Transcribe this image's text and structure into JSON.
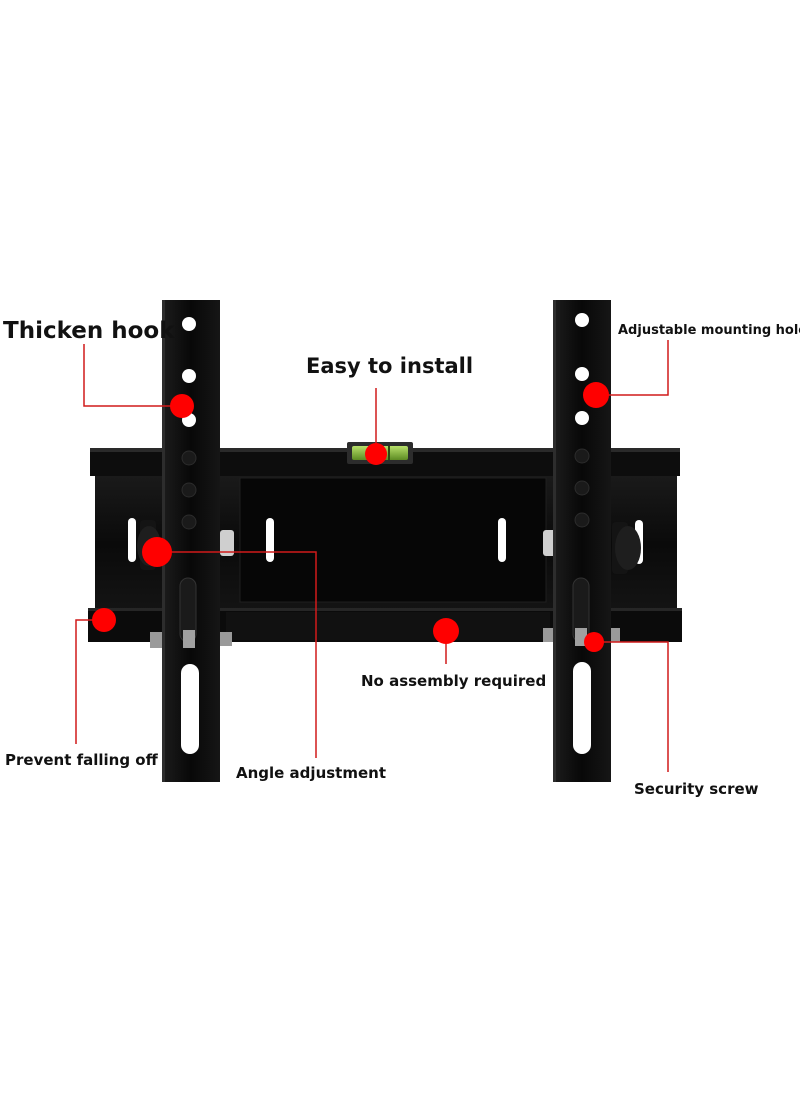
{
  "image": {
    "subject": "tv-wall-mount-bracket",
    "bracket_color": "#0c0c0c",
    "marker_color": "#ff0000",
    "leader_line_color": "#d11a1a",
    "background_color": "#ffffff"
  },
  "callouts": {
    "thicken_hook": "Thicken hook",
    "easy_to_install": "Easy to install",
    "adjustable_mounting_holes": "Adjustable mounting holes",
    "no_assembly_required": "No assembly required",
    "prevent_falling_off": "Prevent falling off",
    "angle_adjustment": "Angle adjustment",
    "security_screw": "Security screw"
  }
}
